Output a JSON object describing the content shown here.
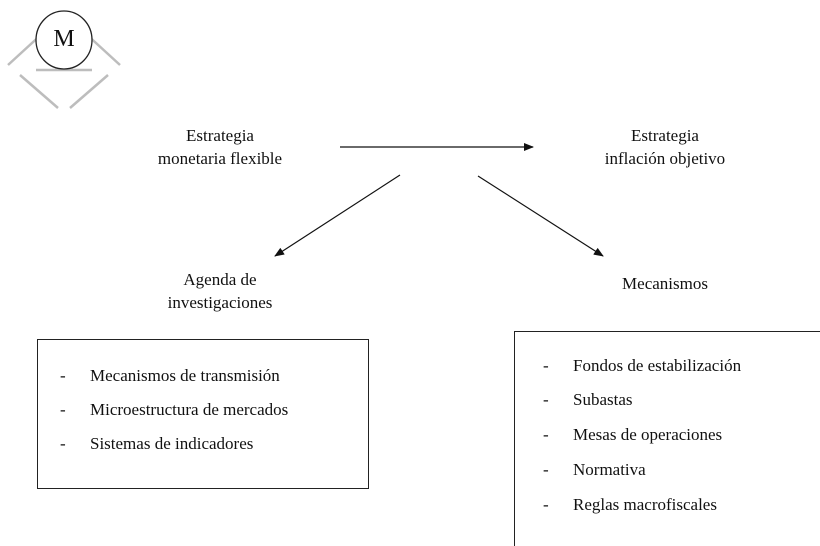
{
  "logo": {
    "letter": "M"
  },
  "nodes": {
    "flexible": {
      "line1": "Estrategia",
      "line2": "monetaria flexible"
    },
    "inflation": {
      "line1": "Estrategia",
      "line2": "inflación objetivo"
    },
    "agenda": {
      "line1": "Agenda de",
      "line2": "investigaciones"
    },
    "mechanisms": {
      "title": "Mecanismos"
    }
  },
  "agenda_items": [
    "Mecanismos de transmisión",
    "Microestructura de mercados",
    "Sistemas de indicadores"
  ],
  "mechanism_items": [
    "Fondos de estabilización",
    "Subastas",
    "Mesas de operaciones",
    "Normativa",
    "Reglas macrofiscales"
  ],
  "bullet": "-"
}
